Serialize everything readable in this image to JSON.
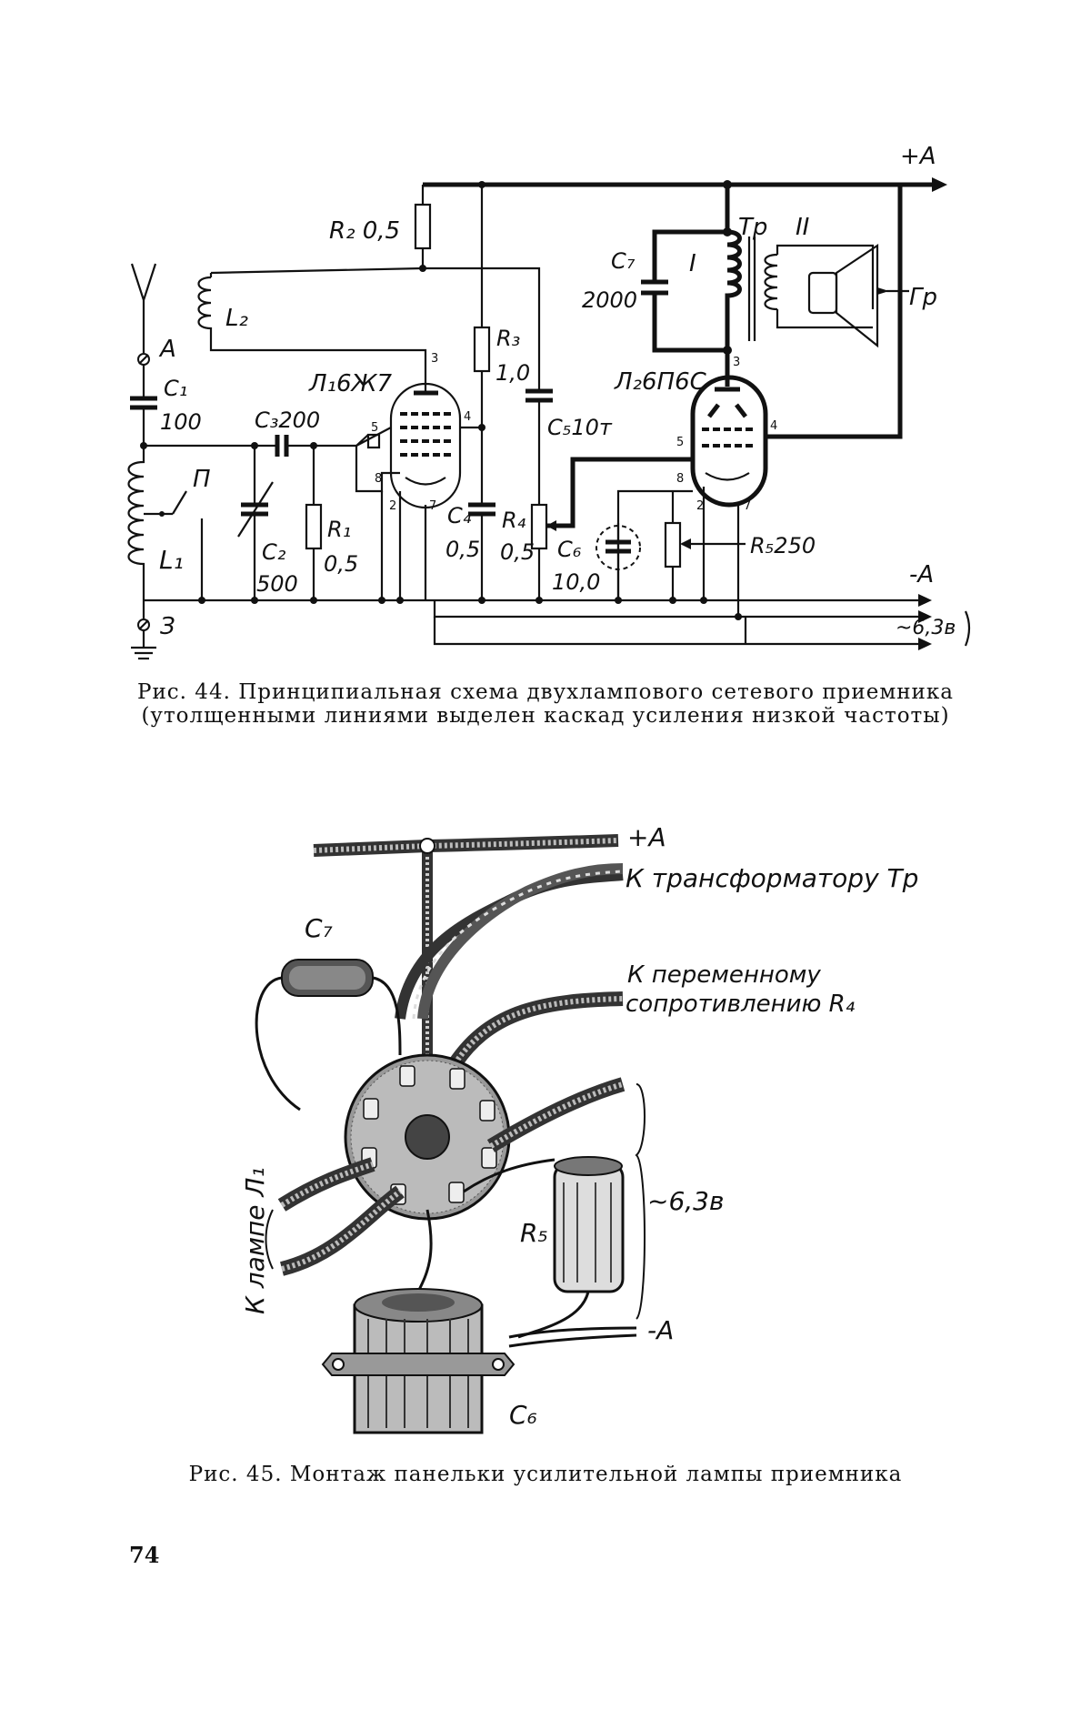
{
  "figure44": {
    "caption": "Рис. 44. Принципиальная схема двухлампового сетевого приемника (утолщенными линиями выделен каскад усиления низкой частоты)",
    "labels": {
      "plus_a": "+А",
      "minus_a": "-А",
      "heater": "~6,3в",
      "r2": "R₂ 0,5",
      "l2": "L₂",
      "antenna": "А",
      "c1": "C₁",
      "c1_val": "100",
      "lamp1": "Л₁6Ж7",
      "c3": "C₃200",
      "r3": "R₃",
      "r3_val": "1,0",
      "c5": "C₅10т",
      "switch": "П",
      "l1": "L₁",
      "c2": "C₂",
      "c2_val": "500",
      "r1": "R₁",
      "r1_val": "0,5",
      "c4": "C₄",
      "c4_val": "0,5",
      "r4": "R₄",
      "r4_val": "0,5",
      "ground": "З",
      "tr": "Тр",
      "winding1": "I",
      "winding2": "II",
      "c7": "C₇",
      "c7_val": "2000",
      "lamp2": "Л₂6П6С",
      "speaker": "Гр",
      "c6": "C₆",
      "c6_val": "10,0",
      "r5": "R₅250"
    },
    "pins": {
      "l1_p3": "3",
      "l1_p5": "5",
      "l1_p4": "4",
      "l1_p8": "8",
      "l1_p2": "2",
      "l1_p7": "7",
      "l2_p3": "3",
      "l2_p5": "5",
      "l2_p4": "4",
      "l2_p8": "8",
      "l2_p2": "2",
      "l2_p7": "7"
    }
  },
  "figure45": {
    "caption": "Рис. 45. Монтаж панельки усилительной лампы приемника",
    "labels": {
      "plus_a": "+А",
      "to_transformer": "К трансформатору Тр",
      "c7": "C₇",
      "to_r4_line1": "К переменному",
      "to_r4_line2": "сопротивлению R₄",
      "to_lamp1": "К лампе Л₁",
      "heater": "~6,3в",
      "r5": "R₅",
      "minus_a": "-А",
      "c6": "C₆"
    }
  },
  "page": {
    "number": "74"
  }
}
